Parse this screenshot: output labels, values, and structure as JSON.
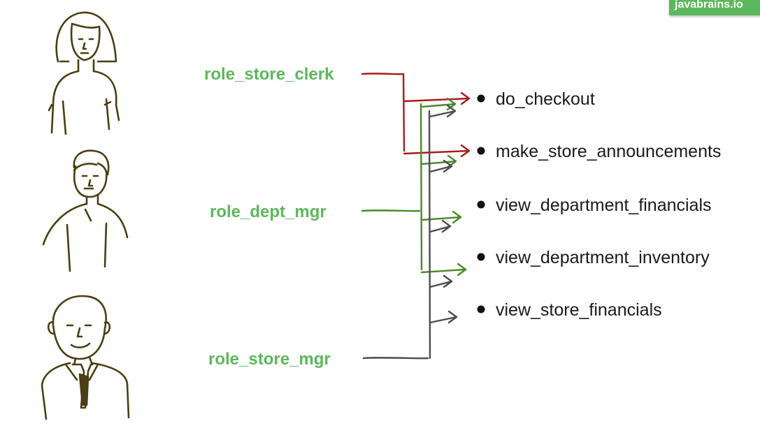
{
  "brand": {
    "text": "javabrains.io"
  },
  "roles": [
    {
      "label": "role_store_clerk",
      "color": "#a51c1c",
      "targets": [
        "do_checkout",
        "make_store_announcements"
      ]
    },
    {
      "label": "role_dept_mgr",
      "color": "#4a8a2a",
      "targets": [
        "do_checkout",
        "make_store_announcements",
        "view_department_financials",
        "view_department_inventory"
      ]
    },
    {
      "label": "role_store_mgr",
      "color": "#4d4d4d",
      "targets": [
        "do_checkout",
        "make_store_announcements",
        "view_department_financials",
        "view_department_inventory",
        "view_store_financials"
      ]
    }
  ],
  "permissions": [
    {
      "label": "do_checkout"
    },
    {
      "label": "make_store_announcements"
    },
    {
      "label": "view_department_financials"
    },
    {
      "label": "view_department_inventory"
    },
    {
      "label": "view_store_financials"
    }
  ],
  "people": [
    {
      "icon": "woman-figure-icon"
    },
    {
      "icon": "man-figure-icon"
    },
    {
      "icon": "manager-with-tie-figure-icon"
    }
  ],
  "colors": {
    "role_text": "#5cb85c",
    "sketch": "#4a3e12",
    "brand_bg": "#5cb85c"
  }
}
